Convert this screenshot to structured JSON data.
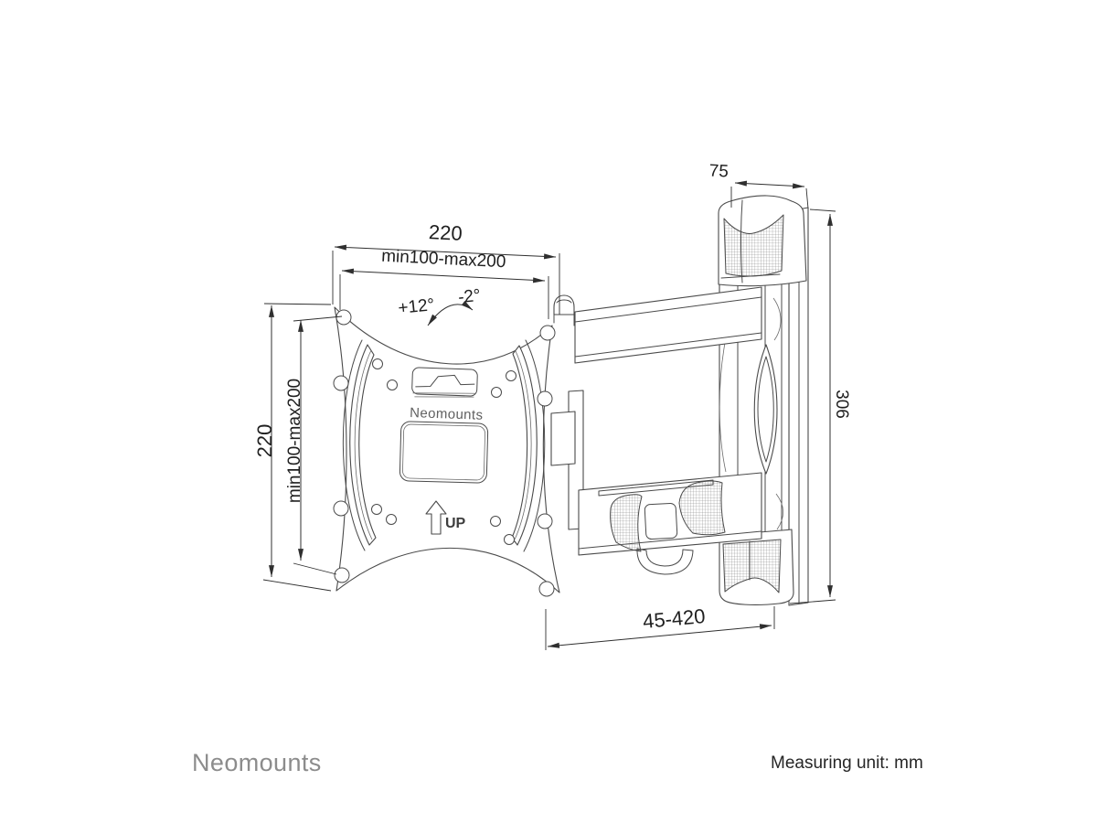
{
  "drawing": {
    "plate_brand": "Neomounts",
    "up_label": "UP",
    "dims": {
      "top_width": "220",
      "top_vesa": "min100-max200",
      "left_height": "220",
      "left_vesa": "min100-max200",
      "tilt_up": "+12°",
      "tilt_down": "-2°",
      "bracket_depth": "75",
      "bracket_height": "306",
      "extension_range": "45-420"
    }
  },
  "footer": {
    "brand": "Neomounts",
    "unit_note": "Measuring unit: mm"
  },
  "colors": {
    "line": "#4a4a4a",
    "dimension": "#2f2f2f",
    "brand_gray": "#8c8c8c",
    "note_text": "#262626",
    "background": "#ffffff"
  }
}
